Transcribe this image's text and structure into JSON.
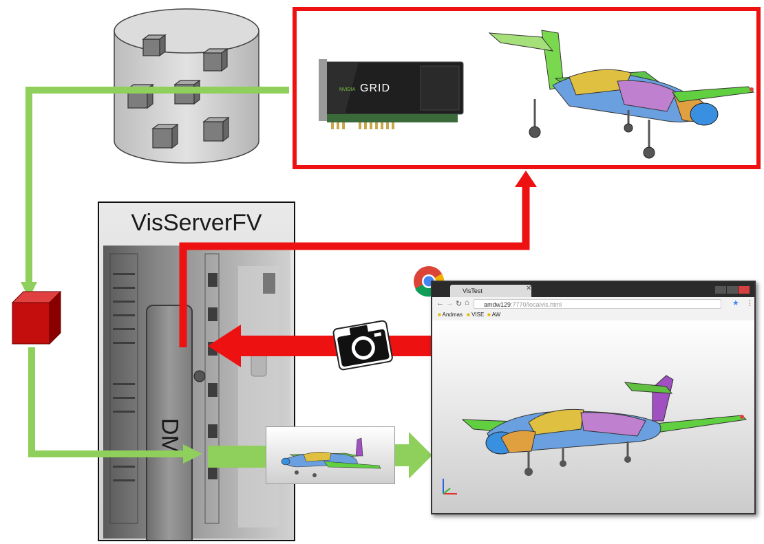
{
  "server": {
    "title": "VisServerFV",
    "panel_label": "DM"
  },
  "gpu": {
    "card_label": "GRID",
    "brand": "NVIDIA"
  },
  "browser": {
    "tab_title": "VisTest",
    "url_host": "amdw129",
    "url_rest": ":7770/localvis.html",
    "bookmarks": [
      "Andmas",
      "VISE",
      "AW"
    ]
  },
  "colors": {
    "green_arrow": "#8fcf5c",
    "red_arrow": "#ee1111",
    "cube_red": "#c40e0e",
    "database": "#cfcfcf"
  },
  "icons": [
    "database-icon",
    "cube-icon",
    "gpu-card-icon",
    "aircraft-icon",
    "camera-icon",
    "chrome-icon",
    "axes-icon"
  ]
}
